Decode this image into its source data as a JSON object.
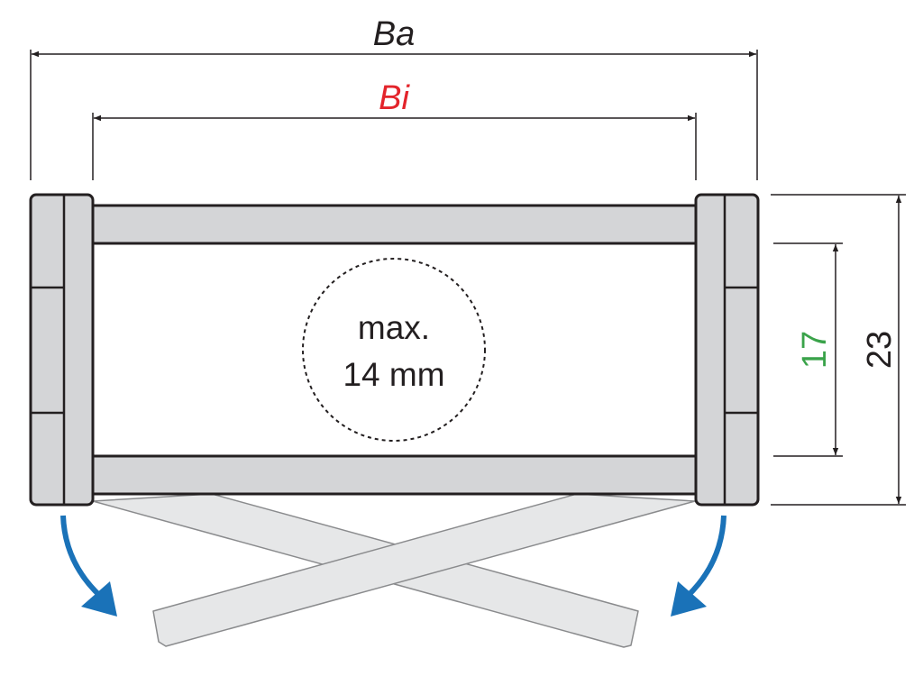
{
  "labels": {
    "outer_width": "Ba",
    "inner_width": "Bi",
    "inner_height": "17",
    "outer_height": "23",
    "max_line1": "max.",
    "max_line2": "14 mm"
  },
  "colors": {
    "outline": "#231f20",
    "plate_fill": "#d4d5d7",
    "open_bar_fill": "#e6e7e8",
    "arrow_blue": "#1a72b8",
    "inner_width_red": "#e3242b",
    "inner_height_green": "#3aa34a"
  }
}
